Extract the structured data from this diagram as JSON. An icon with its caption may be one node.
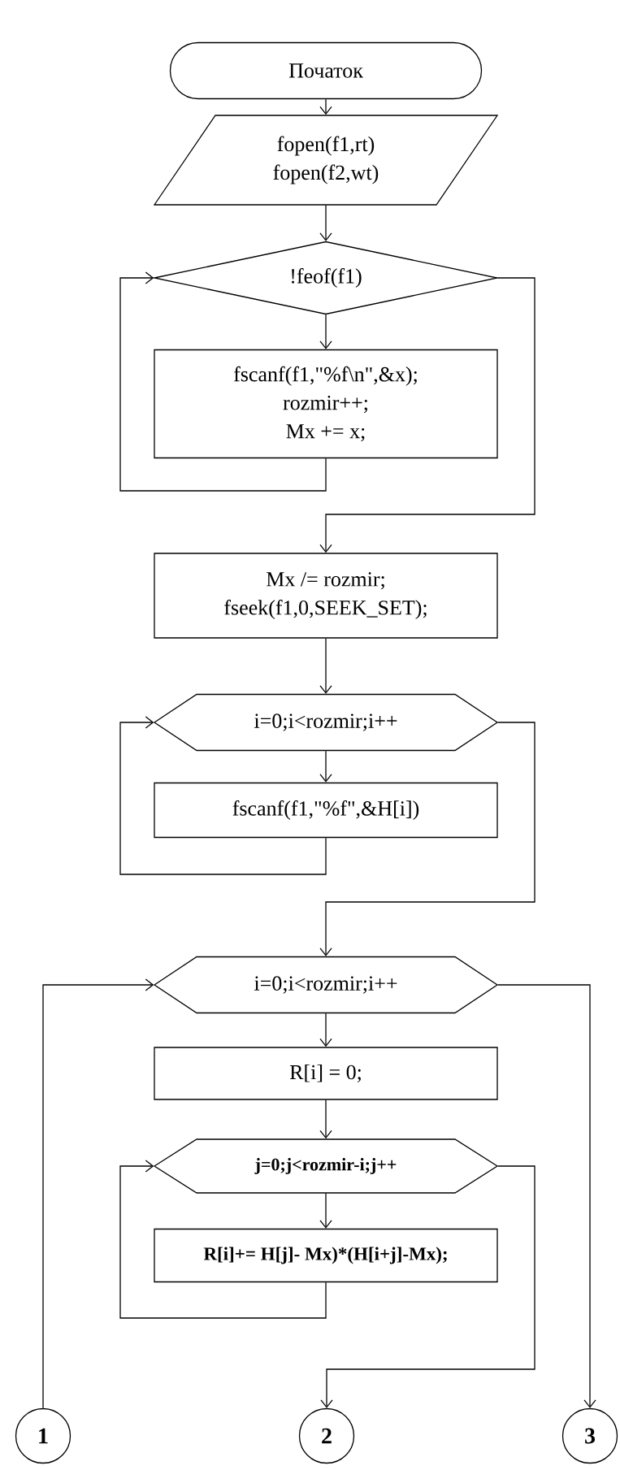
{
  "diagram": {
    "nodes": [
      {
        "text": [
          "Початок"
        ]
      },
      {
        "text": [
          "fopen(f1,rt)",
          "fopen(f2,wt)"
        ]
      },
      {
        "text": [
          "!feof(f1)"
        ]
      },
      {
        "text": [
          "fscanf(f1,\"%f\\n\",&x);",
          "rozmir++;",
          "Mx += x;"
        ]
      },
      {
        "text": [
          "Mx /= rozmir;",
          "fseek(f1,0,SEEK_SET);"
        ]
      },
      {
        "text": [
          "i=0;i<rozmir;i++"
        ]
      },
      {
        "text": [
          "fscanf(f1,\"%f\",&H[i])"
        ]
      },
      {
        "text": [
          "i=0;i<rozmir;i++"
        ]
      },
      {
        "text": [
          "R[i] = 0;"
        ]
      },
      {
        "text": [
          "j=0;j<rozmir-i;j++"
        ]
      },
      {
        "text": [
          "R[i]+= H[j]- Mx)*(H[i+j]-Mx);"
        ]
      },
      {
        "text": [
          "1"
        ]
      },
      {
        "text": [
          "2"
        ]
      },
      {
        "text": [
          "3"
        ]
      }
    ],
    "edges": [
      {
        "from": 0,
        "to": 1,
        "arrow": "to"
      },
      {
        "from": 1,
        "to": 2,
        "arrow": "to"
      },
      {
        "from": 2,
        "to": 3,
        "arrow": "to"
      },
      {
        "from": 3,
        "to": 2,
        "arrow": "to"
      },
      {
        "from": 2,
        "to": 4,
        "arrow": "to"
      },
      {
        "from": 4,
        "to": 5,
        "arrow": "to"
      },
      {
        "from": 5,
        "to": 6,
        "arrow": "to"
      },
      {
        "from": 6,
        "to": 5,
        "arrow": "to"
      },
      {
        "from": 5,
        "to": 7,
        "arrow": "to"
      },
      {
        "from": 7,
        "to": 8,
        "arrow": "to"
      },
      {
        "from": 8,
        "to": 9,
        "arrow": "to"
      },
      {
        "from": 9,
        "to": 10,
        "arrow": "to"
      },
      {
        "from": 10,
        "to": 9,
        "arrow": "to"
      },
      {
        "from": 9,
        "to": 12,
        "arrow": "to"
      },
      {
        "from": 7,
        "to": 13,
        "arrow": "to"
      },
      {
        "from": 11,
        "to": 7,
        "arrow": "to"
      }
    ]
  }
}
